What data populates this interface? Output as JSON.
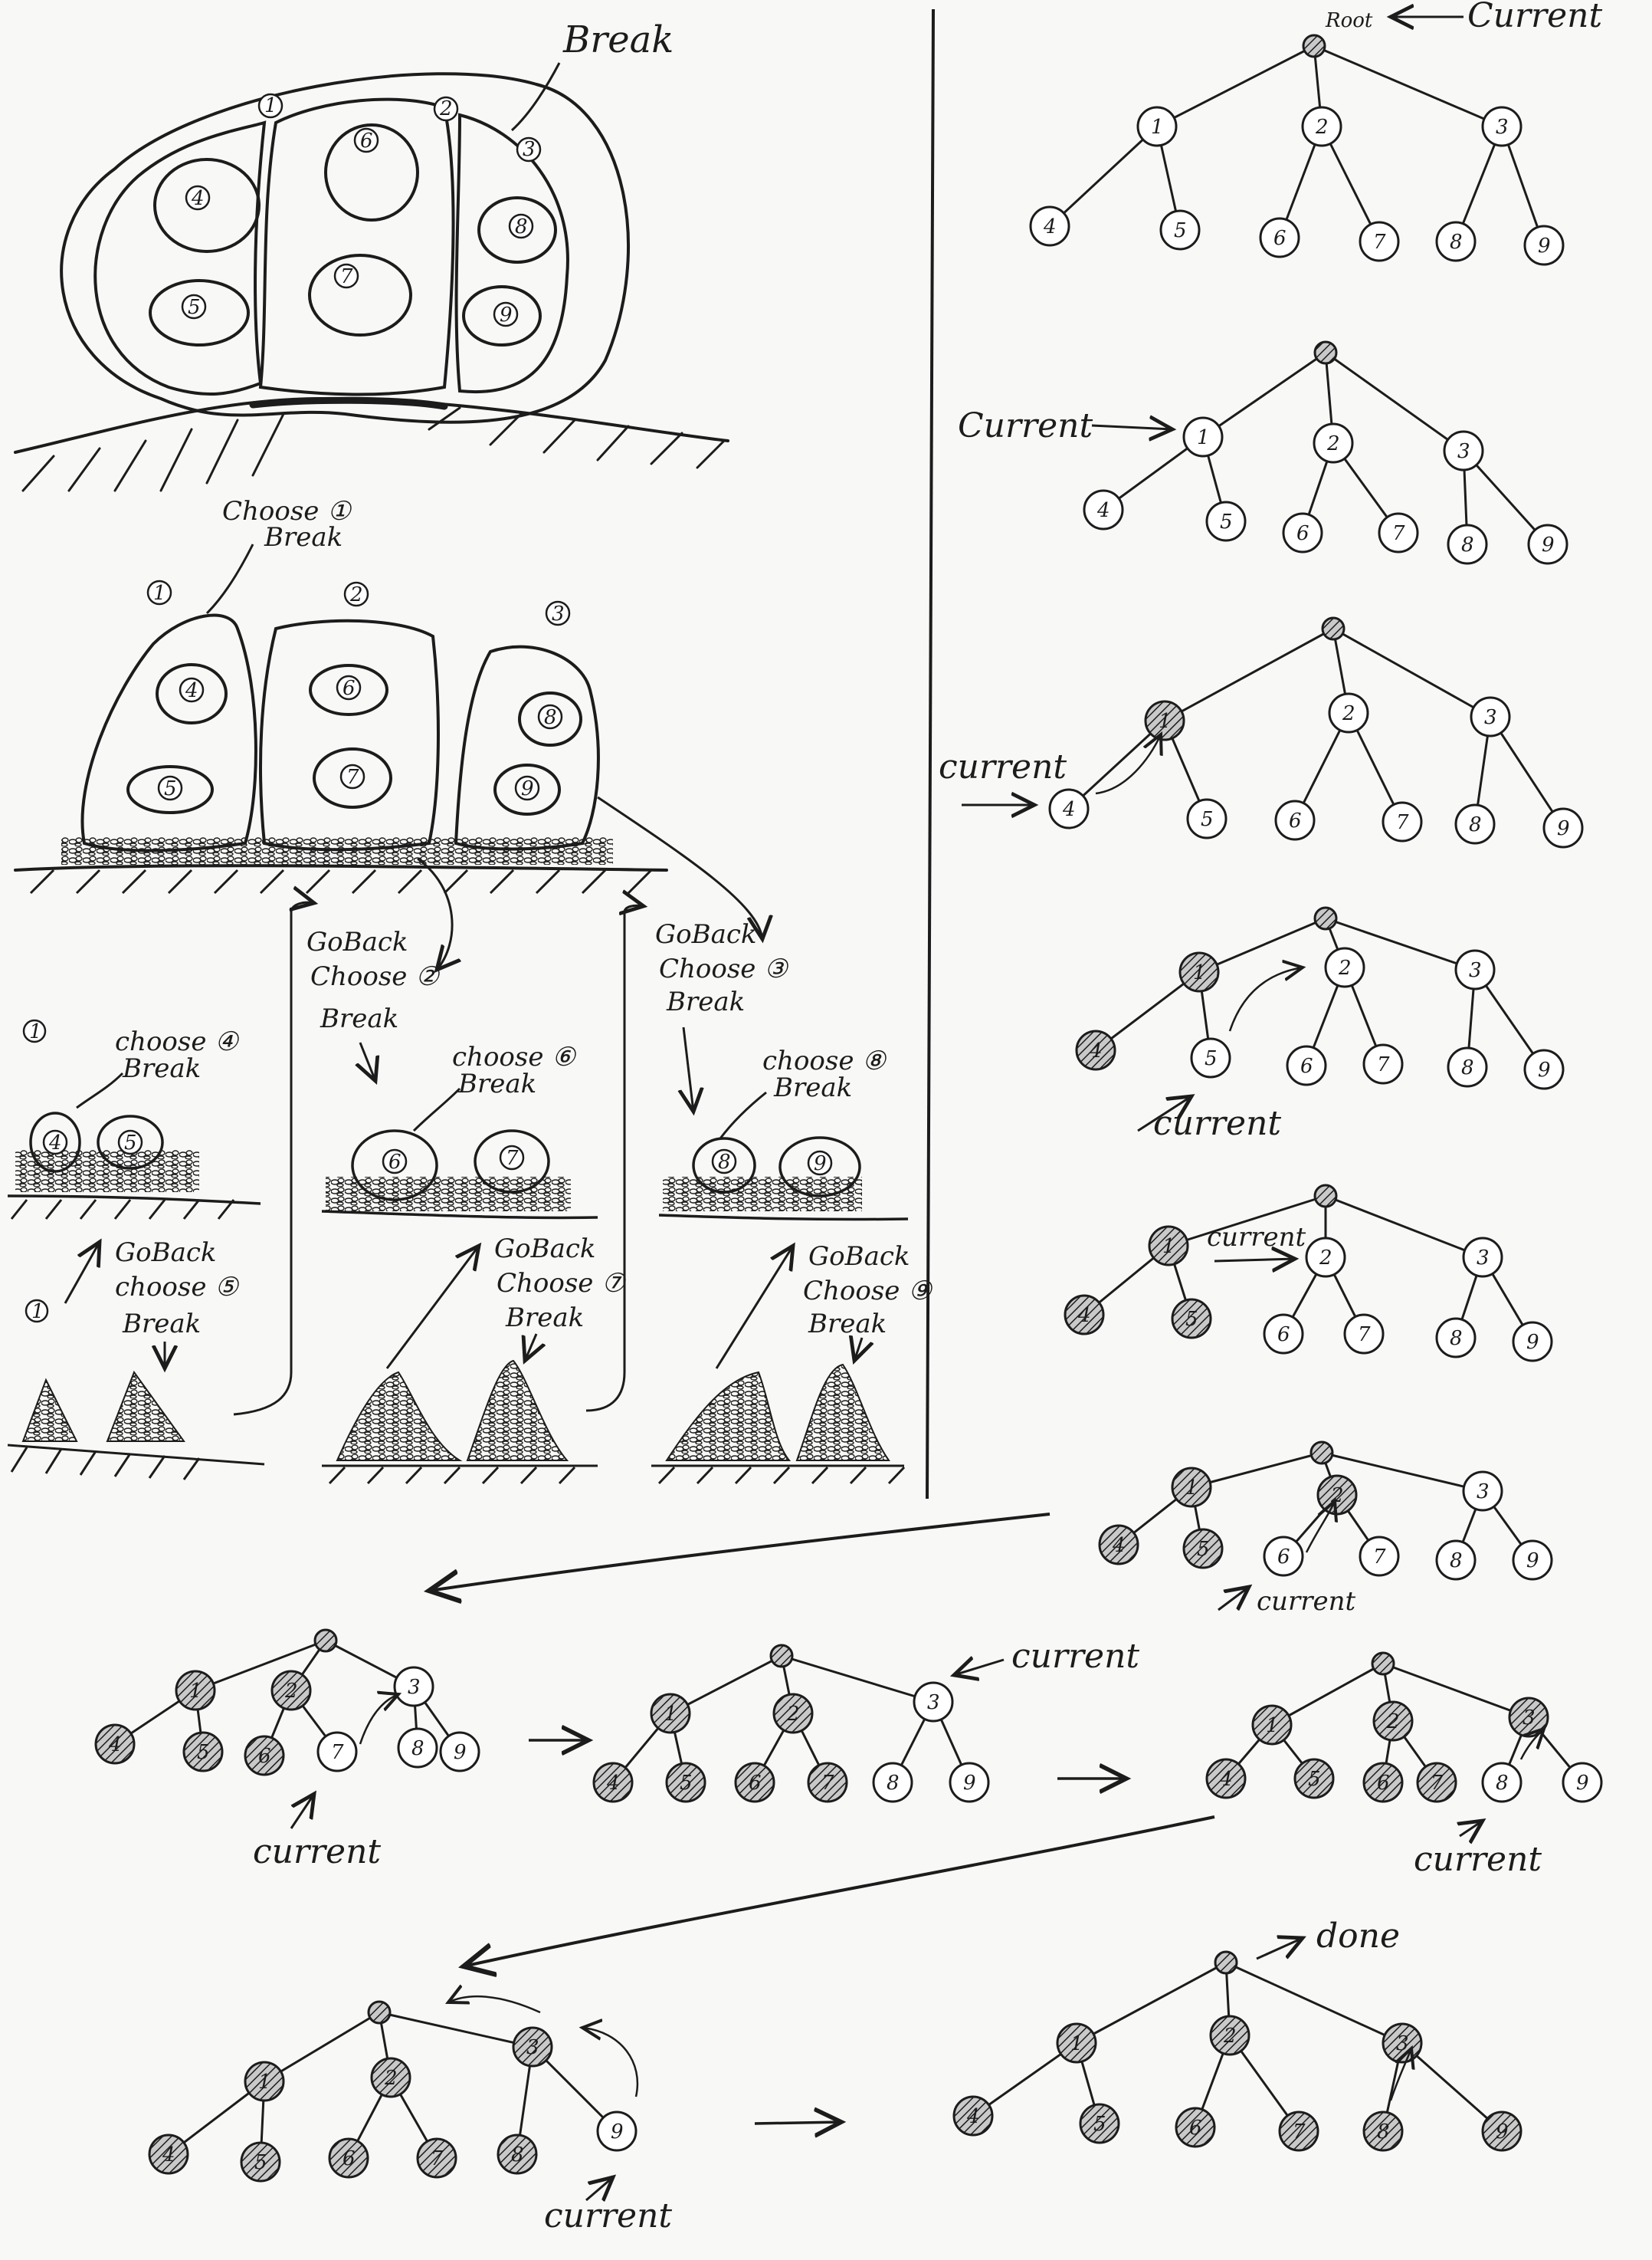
{
  "colors": {
    "ink": "#1c1c1c",
    "paper": "#f8f8f6",
    "visited": "#8a8a8a",
    "fill": "#ffffff"
  },
  "left": {
    "break_label": "Break",
    "rock_region_labels": [
      "1",
      "2",
      "3"
    ],
    "rock_stone_labels": [
      "4",
      "5",
      "6",
      "7",
      "8",
      "9"
    ],
    "choose1_break": [
      "Choose ①",
      "Break"
    ],
    "pieces_labels": [
      "1",
      "2",
      "3"
    ],
    "piece_stones": [
      "4",
      "5",
      "6",
      "7",
      "8",
      "9"
    ],
    "goback_choose2_break": [
      "GoBack",
      "Choose ②",
      "Break"
    ],
    "goback_choose3_break": [
      "GoBack",
      "Choose ③",
      "Break"
    ],
    "col1": {
      "num": "1",
      "choose": "choose ④",
      "break": "Break",
      "stones": [
        "4",
        "5"
      ],
      "goback": "GoBack",
      "choose2": "choose ⑤",
      "break2": "Break",
      "num2": "1"
    },
    "col2": {
      "choose": "choose ⑥",
      "break": "Break",
      "stones": [
        "6",
        "7"
      ],
      "goback": "GoBack",
      "choose2": "Choose ⑦",
      "break2": "Break"
    },
    "col3": {
      "choose": "choose ⑧",
      "break": "Break",
      "stones": [
        "8",
        "9"
      ],
      "goback": "GoBack",
      "choose2": "Choose ⑨",
      "break2": "Break"
    }
  },
  "right": {
    "root_label": "Root",
    "current_label": "Current",
    "current_lower": "current",
    "done_label": "done",
    "node_labels": [
      "",
      "1",
      "2",
      "3",
      "4",
      "5",
      "6",
      "7",
      "8",
      "9"
    ]
  },
  "trees": [
    {
      "visited": [],
      "current": 0
    },
    {
      "visited": [
        0
      ],
      "current": 1
    },
    {
      "visited": [
        0,
        1
      ],
      "current": 4
    },
    {
      "visited": [
        0,
        1,
        4
      ],
      "current": 5
    },
    {
      "visited": [
        0,
        1,
        4,
        5
      ],
      "current": 2
    },
    {
      "visited": [
        0,
        1,
        4,
        5,
        2
      ],
      "current": 6
    },
    {
      "visited": [
        0,
        1,
        4,
        5,
        2,
        6
      ],
      "current": 7
    },
    {
      "visited": [
        0,
        1,
        4,
        5,
        2,
        6,
        7
      ],
      "current": 3
    },
    {
      "visited": [
        0,
        1,
        4,
        5,
        2,
        6,
        7,
        3
      ],
      "current": 8
    },
    {
      "visited": [
        0,
        1,
        4,
        5,
        2,
        6,
        7,
        3,
        8
      ],
      "current": 9
    },
    {
      "visited": [
        0,
        1,
        2,
        3,
        4,
        5,
        6,
        7,
        8,
        9
      ],
      "current": null
    }
  ]
}
